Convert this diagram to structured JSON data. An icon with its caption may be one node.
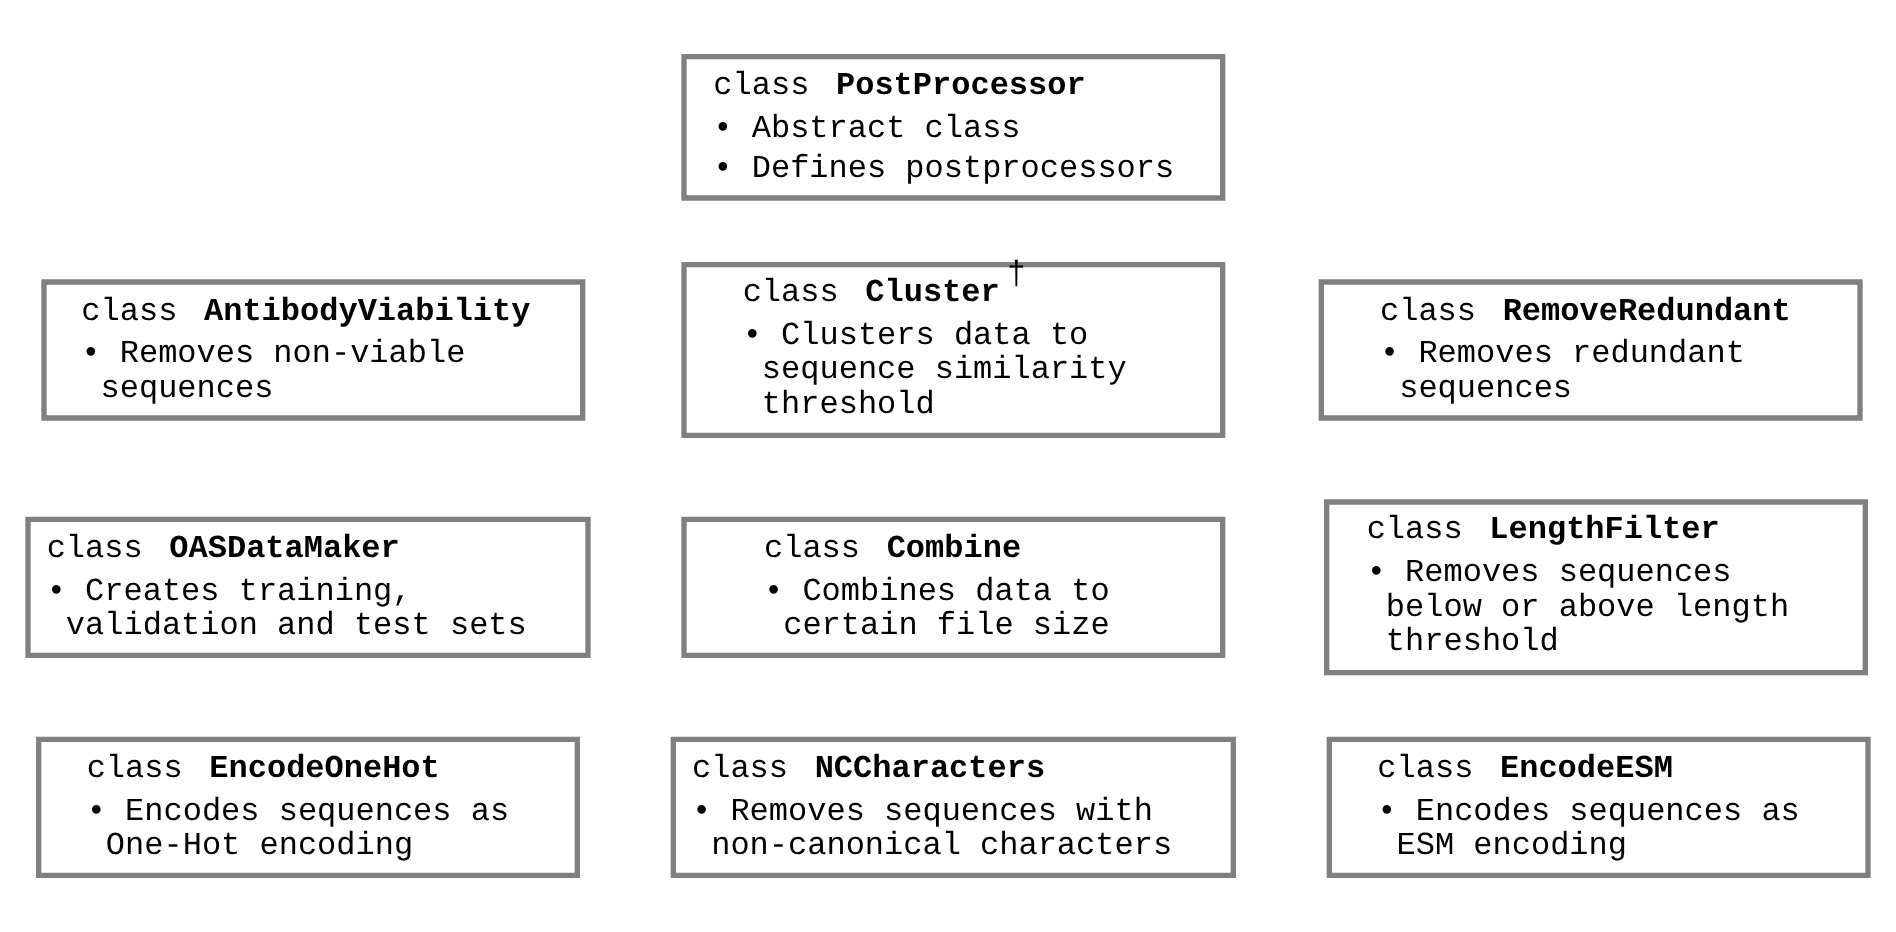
{
  "diagram": {
    "nodes": [
      {
        "text": [
          "class **PostProcessor**",
          "• Abstract class",
          "• Defines postprocessors"
        ]
      },
      {
        "text": [
          "class **AntibodyViability**",
          "• Removes non-viable sequences"
        ]
      },
      {
        "text": [
          "class **Cluster**$^{†}$",
          "• Clusters data to sequence similarity threshold"
        ]
      },
      {
        "text": [
          "class **RemoveRedundant**",
          "• Removes redundant sequences"
        ]
      },
      {
        "text": [
          "class **OASDataMaker**",
          "• Creates training, validation and test sets"
        ]
      },
      {
        "text": [
          "class **Combine**",
          "• Combines data to certain file size"
        ]
      },
      {
        "text": [
          "class **LengthFilter**",
          "• Removes sequences below or above length threshold"
        ]
      },
      {
        "text": [
          "class **EncodeOneHot**",
          "• Encodes sequences as One-Hot encoding"
        ]
      },
      {
        "text": [
          "class **NCCharacters**",
          "• Removes sequences with non-canonical characters"
        ]
      },
      {
        "text": [
          "class **EncodeESM**",
          "• Encodes sequences as ESM encoding"
        ]
      }
    ],
    "edges": []
  }
}
